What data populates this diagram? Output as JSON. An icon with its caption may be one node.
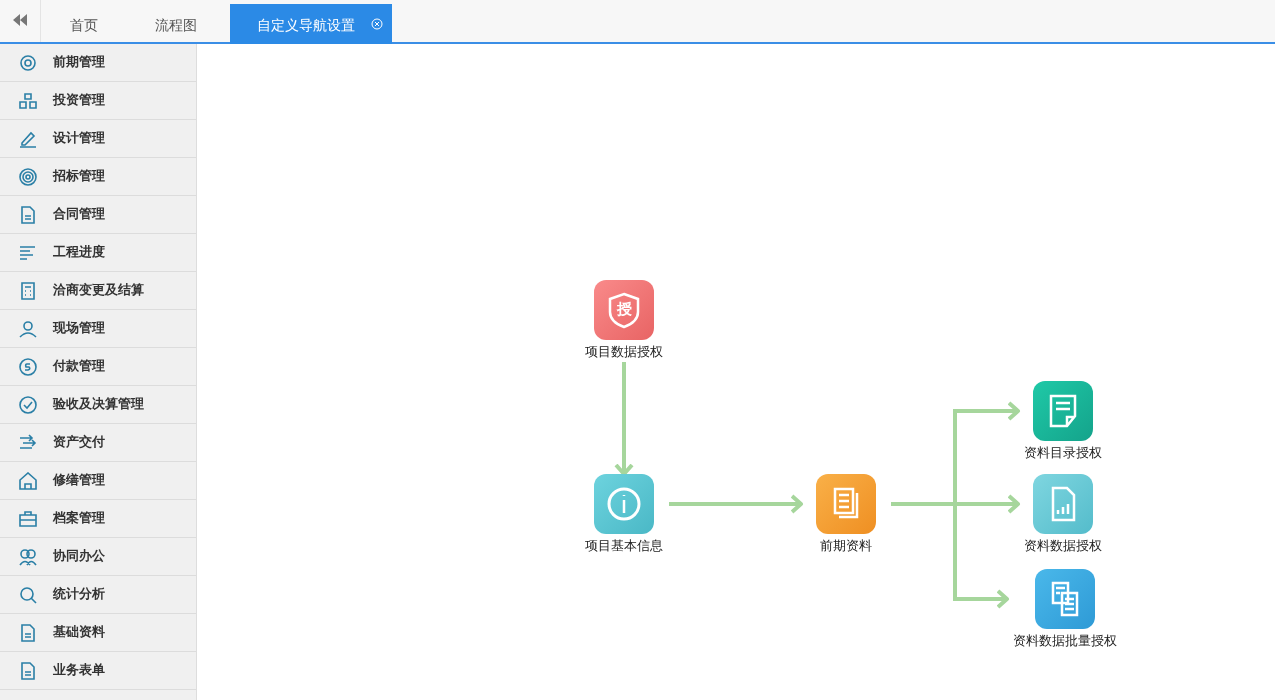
{
  "diagram": {
    "nodes": [
      {
        "text": [
          "授",
          "项目数据授权"
        ]
      },
      {
        "text": [
          "项目基本信息"
        ]
      },
      {
        "text": [
          "前期资料"
        ]
      },
      {
        "text": [
          "资料目录授权"
        ]
      },
      {
        "text": [
          "资料数据授权"
        ]
      },
      {
        "text": [
          "资料数据批量授权"
        ]
      }
    ],
    "edges": [
      {
        "from": 0,
        "to": 1,
        "arrow": "to"
      },
      {
        "from": 1,
        "to": 2,
        "arrow": "to"
      },
      {
        "from": 2,
        "to": 3,
        "arrow": "to"
      },
      {
        "from": 2,
        "to": 4,
        "arrow": "to"
      },
      {
        "from": 2,
        "to": 5,
        "arrow": "to"
      }
    ],
    "labels": [
      "首页",
      "流程图",
      "自定义导航设置",
      "前期管理",
      "投资管理",
      "设计管理",
      "招标管理",
      "合同管理",
      "工程进度",
      "洽商变更及结算",
      "现场管理",
      "付款管理",
      "验收及决算管理",
      "资产交付",
      "修缮管理",
      "档案管理",
      "协同办公",
      "统计分析",
      "基础资料",
      "业务表单"
    ]
  }
}
